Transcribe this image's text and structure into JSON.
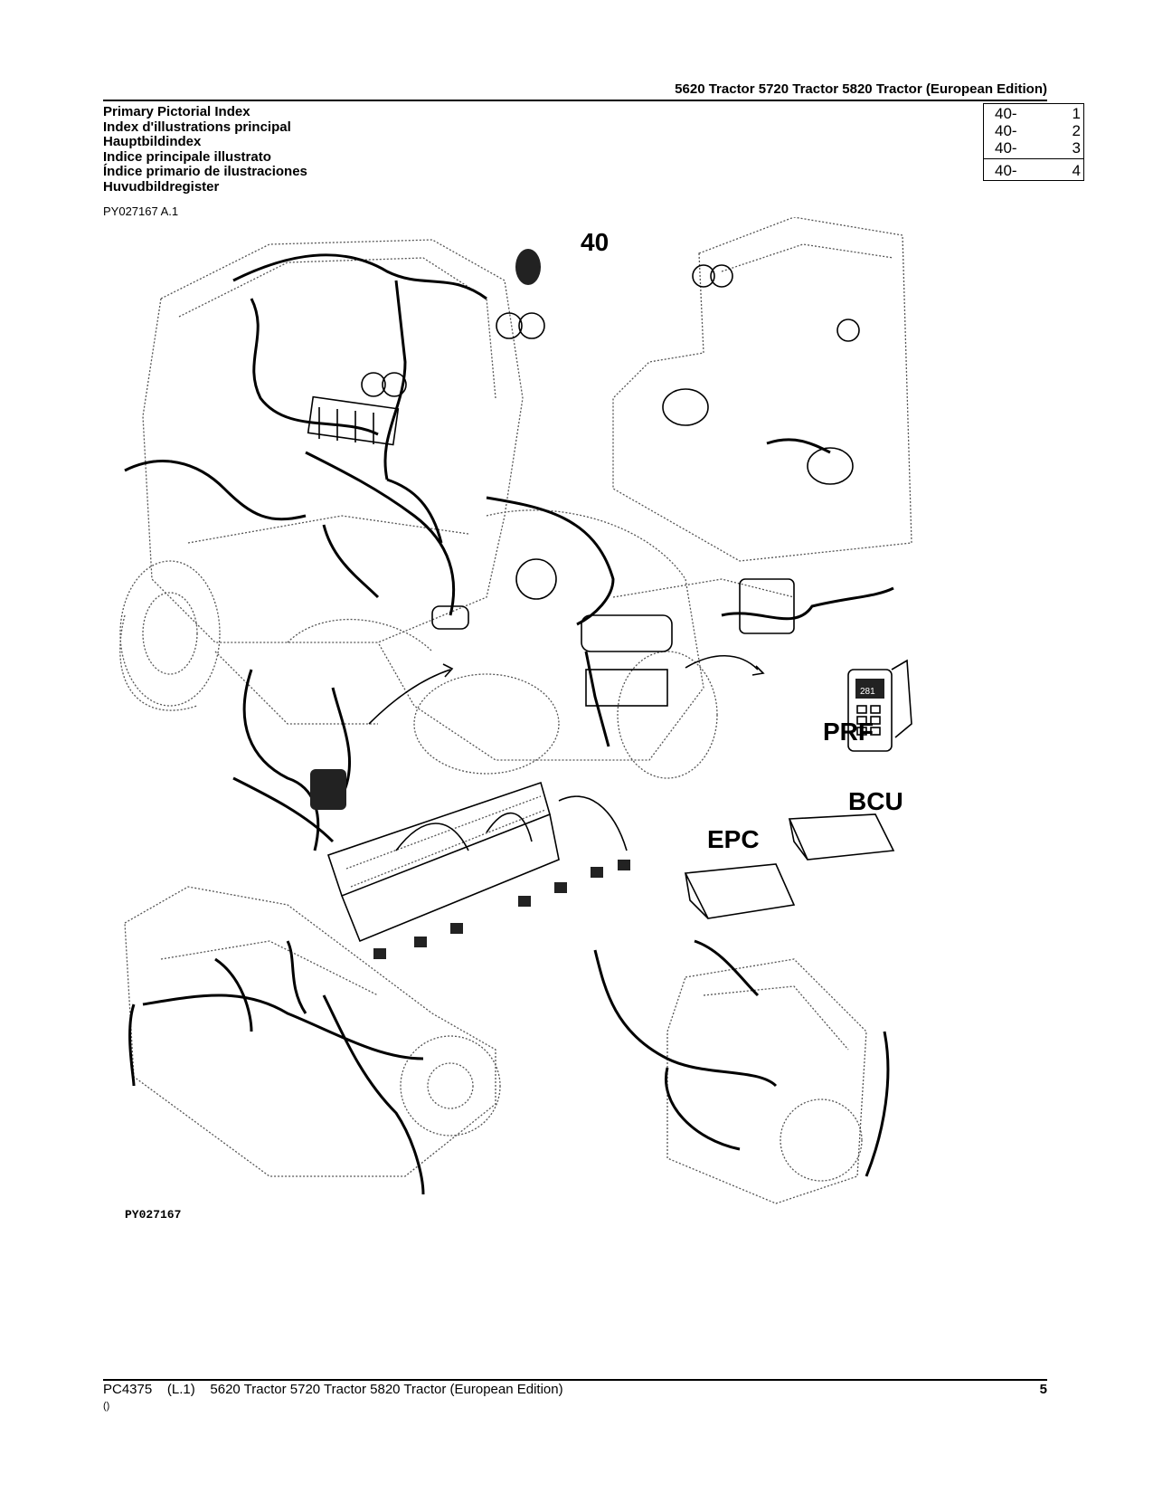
{
  "header": {
    "title": "5620 Tractor 5720 Tractor 5820 Tractor (European Edition)"
  },
  "titles": [
    "Primary Pictorial Index",
    "Index d'illustrations principal",
    "Hauptbildindex",
    "Indice principale illustrato",
    "Índice primario de ilustraciones",
    "Huvudbildregister"
  ],
  "index_table": [
    {
      "prefix": "40-",
      "number": "1"
    },
    {
      "prefix": "40-",
      "number": "2"
    },
    {
      "prefix": "40-",
      "number": "3"
    },
    {
      "prefix": "40-",
      "number": "4"
    }
  ],
  "figure_ref": "PY027167 A.1",
  "illustration": {
    "group_label": "40",
    "prf_label": "PRF",
    "bcu_label": "BCU",
    "epc_label": "EPC",
    "display_text": "281",
    "image_code": "PY027167"
  },
  "footer": {
    "left": "PC4375    (L.1)    5620 Tractor 5720 Tractor 5820 Tractor (European Edition)",
    "page": "5",
    "small": "()"
  }
}
